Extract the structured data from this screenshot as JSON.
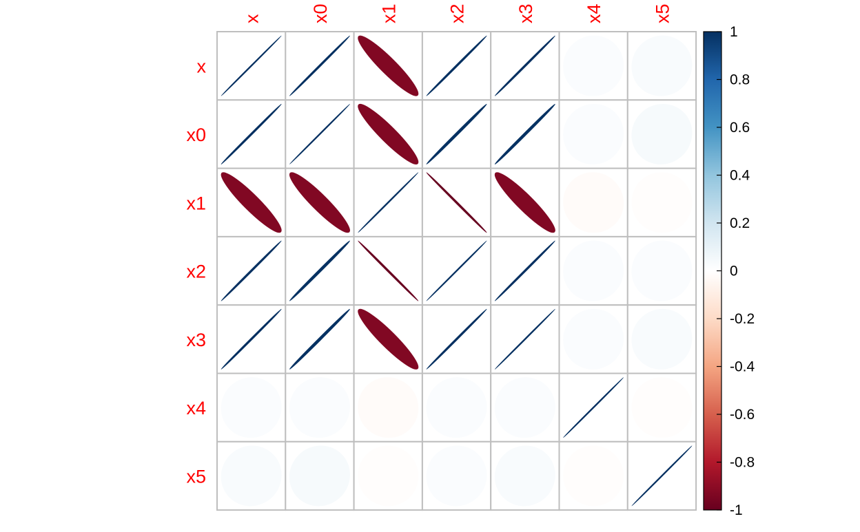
{
  "chart_data": {
    "type": "heatmap",
    "subtype": "correlation-ellipse",
    "row_labels": [
      "x",
      "x0",
      "x1",
      "x2",
      "x3",
      "x4",
      "x5"
    ],
    "col_labels": [
      "x",
      "x0",
      "x1",
      "x2",
      "x3",
      "x4",
      "x5"
    ],
    "matrix": [
      [
        1.0,
        0.999,
        -0.93,
        0.999,
        0.999,
        0.02,
        0.03
      ],
      [
        0.999,
        1.0,
        -0.93,
        0.998,
        0.998,
        0.02,
        0.04
      ],
      [
        -0.93,
        -0.93,
        1.0,
        -0.999,
        -0.93,
        -0.02,
        -0.01
      ],
      [
        0.999,
        0.998,
        -0.999,
        1.0,
        0.999,
        0.02,
        0.02
      ],
      [
        0.999,
        0.998,
        -0.93,
        0.999,
        1.0,
        0.02,
        0.03
      ],
      [
        0.02,
        0.02,
        -0.02,
        0.02,
        0.02,
        1.0,
        -0.01
      ],
      [
        0.03,
        0.04,
        -0.01,
        0.02,
        0.03,
        -0.01,
        1.0
      ]
    ],
    "colorbar": {
      "ticks": [
        "1",
        "0.8",
        "0.6",
        "0.4",
        "0.2",
        "0",
        "-0.2",
        "-0.4",
        "-0.6",
        "-0.8",
        "-1"
      ],
      "range": [
        -1,
        1
      ],
      "stops": [
        "#67001F",
        "#B2182B",
        "#D6604D",
        "#F4A582",
        "#FDDBC7",
        "#FFFFFF",
        "#D1E5F0",
        "#92C5DE",
        "#4393C3",
        "#2166AC",
        "#053061"
      ]
    },
    "label_color": "#FF0000",
    "grid_color": "#BEBEBE",
    "legend_position": "right"
  }
}
